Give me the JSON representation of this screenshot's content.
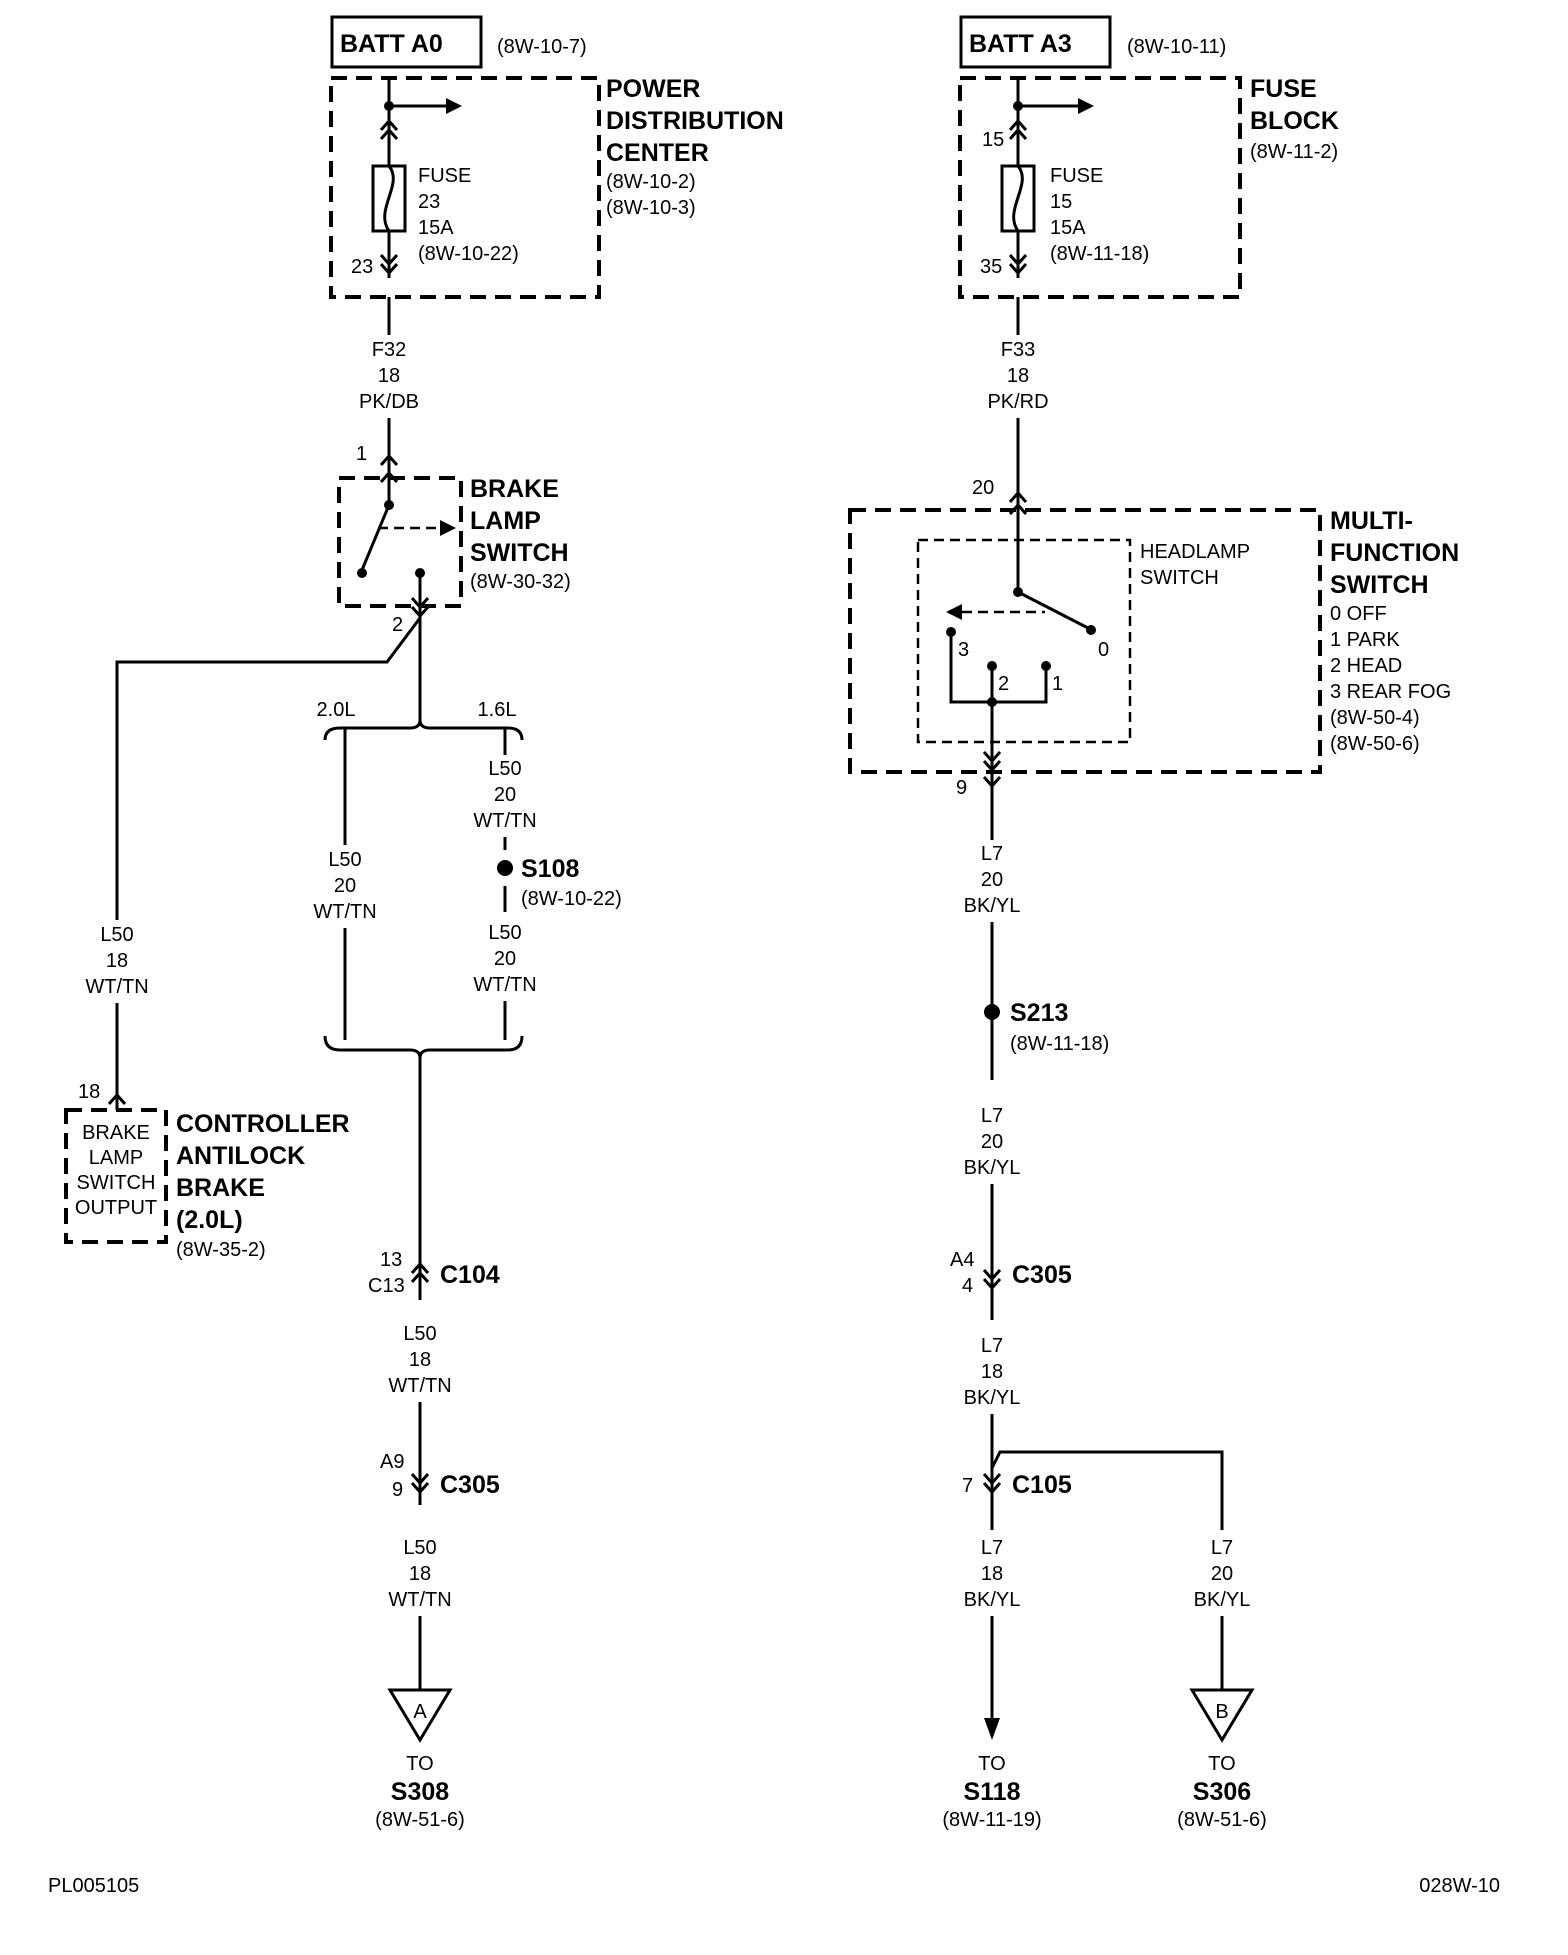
{
  "left": {
    "batt_label": "BATT A0",
    "batt_ref": "(8W-10-7)",
    "pdc_title": [
      "POWER",
      "DISTRIBUTION",
      "CENTER"
    ],
    "pdc_refs": [
      "(8W-10-2)",
      "(8W-10-3)"
    ],
    "fuse_text": [
      "FUSE",
      "23",
      "15A",
      "(8W-10-22)"
    ],
    "fuse_pin_out": "23",
    "wire_f32": [
      "F32",
      "18",
      "PK/DB"
    ],
    "switch_pin_in": "1",
    "switch_title": [
      "BRAKE",
      "LAMP",
      "SWITCH"
    ],
    "switch_ref": "(8W-30-32)",
    "switch_pin_out": "2",
    "opt_20l": "2.0L",
    "opt_16l": "1.6L",
    "wire_l50_a": [
      "L50",
      "20",
      "WT/TN"
    ],
    "wire_l50_b": [
      "L50",
      "20",
      "WT/TN"
    ],
    "splice_s108": "S108",
    "splice_s108_ref": "(8W-10-22)",
    "wire_l50_c": [
      "L50",
      "20",
      "WT/TN"
    ],
    "wire_l50_d": [
      "L50",
      "18",
      "WT/TN"
    ],
    "abs_pin": "18",
    "abs_box": [
      "BRAKE",
      "LAMP",
      "SWITCH",
      "OUTPUT"
    ],
    "abs_title": [
      "CONTROLLER",
      "ANTILOCK",
      "BRAKE",
      "(2.0L)"
    ],
    "abs_ref": "(8W-35-2)",
    "c104_pins": [
      "13",
      "C13"
    ],
    "c104_label": "C104",
    "wire_l50_e": [
      "L50",
      "18",
      "WT/TN"
    ],
    "c305_pins": [
      "A9",
      "9"
    ],
    "c305_label": "C305",
    "wire_l50_f": [
      "L50",
      "18",
      "WT/TN"
    ],
    "term_a": "A",
    "to_a": [
      "TO",
      "S308",
      "(8W-51-6)"
    ]
  },
  "right": {
    "batt_label": "BATT A3",
    "batt_ref": "(8W-10-11)",
    "fb_title": [
      "FUSE",
      "BLOCK"
    ],
    "fb_ref": "(8W-11-2)",
    "fuse_pin_in": "15",
    "fuse_text": [
      "FUSE",
      "15",
      "15A",
      "(8W-11-18)"
    ],
    "fuse_pin_out": "35",
    "wire_f33": [
      "F33",
      "18",
      "PK/RD"
    ],
    "mfs_pin_in": "20",
    "headlamp_label": [
      "HEADLAMP",
      "SWITCH"
    ],
    "mfs_title": [
      "MULTI-",
      "FUNCTION",
      "SWITCH"
    ],
    "mfs_positions": [
      "0 OFF",
      "1 PARK",
      "2 HEAD",
      "3 REAR FOG"
    ],
    "mfs_refs": [
      "(8W-50-4)",
      "(8W-50-6)"
    ],
    "contact_labels": [
      "3",
      "2",
      "1",
      "0"
    ],
    "mfs_pin_out": "9",
    "wire_l7_a": [
      "L7",
      "20",
      "BK/YL"
    ],
    "splice_s213": "S213",
    "splice_s213_ref": "(8W-11-18)",
    "wire_l7_b": [
      "L7",
      "20",
      "BK/YL"
    ],
    "c305_pins": [
      "A4",
      "4"
    ],
    "c305_label": "C305",
    "wire_l7_c": [
      "L7",
      "18",
      "BK/YL"
    ],
    "c105_pin": "7",
    "c105_label": "C105",
    "wire_l7_d": [
      "L7",
      "18",
      "BK/YL"
    ],
    "wire_l7_e": [
      "L7",
      "20",
      "BK/YL"
    ],
    "to_s118": [
      "TO",
      "S118",
      "(8W-11-19)"
    ],
    "term_b": "B",
    "to_b": [
      "TO",
      "S306",
      "(8W-51-6)"
    ]
  },
  "footer": {
    "left_code": "PL005105",
    "right_code": "028W-10"
  }
}
